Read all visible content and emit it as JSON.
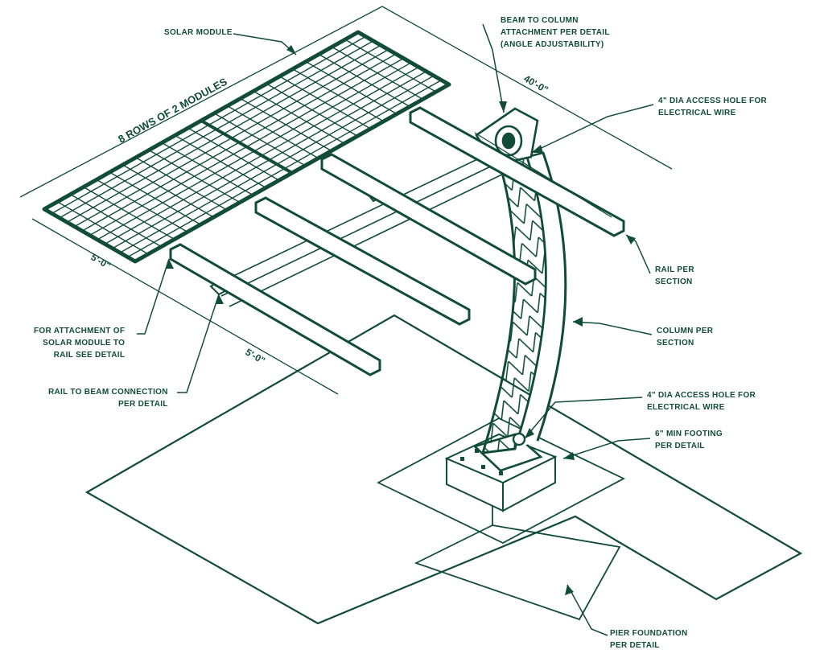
{
  "colors": {
    "ink": "#114c36",
    "background": "#ffffff"
  },
  "labels": {
    "solar_module": "SOLAR MODULE",
    "beam_to_column": [
      "BEAM TO COLUMN",
      "ATTACHMENT PER DETAIL",
      "(ANGLE ADJUSTABILITY)"
    ],
    "access_hole_top": [
      "4\" DIA ACCESS HOLE FOR",
      "ELECTRICAL WIRE"
    ],
    "rail": [
      "RAIL PER",
      "SECTION"
    ],
    "column": [
      "COLUMN PER",
      "SECTION"
    ],
    "access_hole_bottom": [
      "4\" DIA ACCESS HOLE FOR",
      "ELECTRICAL WIRE"
    ],
    "footing": [
      "6\" MIN FOOTING",
      "PER DETAIL"
    ],
    "module_attachment": [
      "FOR ATTACHMENT OF",
      "SOLAR MODULE TO",
      "RAIL SEE DETAIL"
    ],
    "rail_to_beam": [
      "RAIL TO BEAM CONNECTION",
      "PER DETAIL"
    ],
    "pier_foundation": [
      "PIER FOUNDATION",
      "PER DETAIL"
    ]
  },
  "dimensions": {
    "array_label": "8 ROWS OF 2 MODULES",
    "length": "40'-0\"",
    "width_1": "5'-0\"",
    "width_2": "5'-0\""
  }
}
